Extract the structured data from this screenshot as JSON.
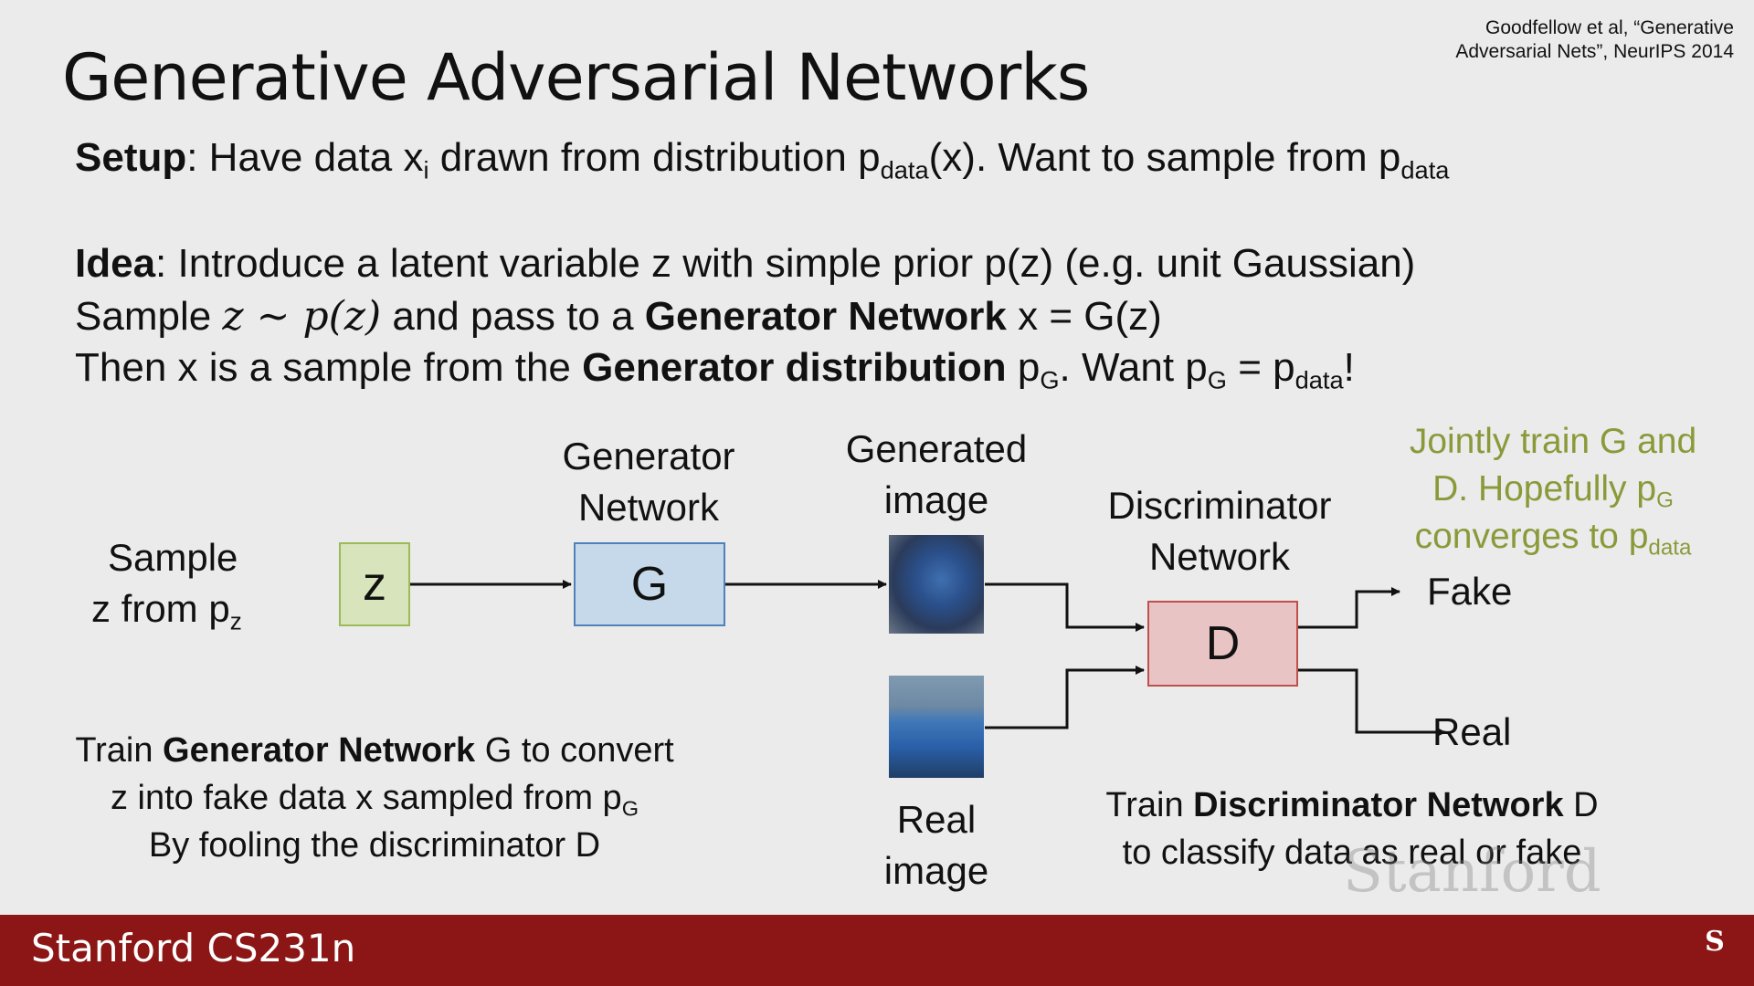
{
  "slide": {
    "title": "Generative Adversarial Networks",
    "citation": [
      "Goodfellow et al, “Generative",
      "Adversarial Nets”, NeurIPS 2014"
    ]
  },
  "setup": {
    "label": "Setup",
    "p1": ": Have data x",
    "sub_i": "i",
    "p2": " drawn from distribution p",
    "sub_data": "data",
    "p3": "(x). Want to sample from p",
    "sub_data2": "data"
  },
  "idea": {
    "label": "Idea",
    "text": ": Introduce a latent variable z with simple prior p(z) (e.g. unit Gaussian)"
  },
  "sample_line": {
    "p1": "Sample ",
    "math": "z ~ p(z)",
    "p2": " and pass to a ",
    "bold": "Generator Network",
    "p3": " x = G(z)"
  },
  "then_line": {
    "p1": "Then x is a sample from the ",
    "bold": "Generator distribution",
    "p2": " p",
    "sub_g": "G",
    "p3": ". Want p",
    "sub_g2": "G",
    "p4": " = p",
    "sub_data": "data",
    "p5": "!"
  },
  "diagram": {
    "sample_label": [
      "Sample",
      "z from p"
    ],
    "sample_sub": "z",
    "z_box": "z",
    "generator_label": [
      "Generator",
      "Network"
    ],
    "g_box": "G",
    "generated_label": [
      "Generated",
      "image"
    ],
    "real_label": [
      "Real",
      "image"
    ],
    "discriminator_label": [
      "Discriminator",
      "Network"
    ],
    "d_box": "D",
    "fake": "Fake",
    "real": "Real",
    "note": {
      "l1": "Jointly train G and",
      "l2a": "D. Hopefully p",
      "l2sub": "G",
      "l3a": "converges to p",
      "l3sub": "data"
    }
  },
  "gen_caption": {
    "l1a": "Train ",
    "l1b": "Generator Network",
    "l1c": " G to convert",
    "l2a": "z into fake data x sampled from p",
    "l2sub": "G",
    "l3": "By fooling the discriminator D"
  },
  "disc_caption": {
    "l1a": "Train ",
    "l1b": "Discriminator Network",
    "l1c": " D",
    "l2": "to classify data as real or fake"
  },
  "footer": {
    "course": "Stanford CS231n",
    "watermark": "Stanford",
    "logo": "S"
  },
  "colors": {
    "z_box": "#d8e4bc",
    "g_box": "#c6d9ea",
    "d_box": "#e8c4c4",
    "footer": "#8c1515",
    "note": "#8a9a3a"
  }
}
